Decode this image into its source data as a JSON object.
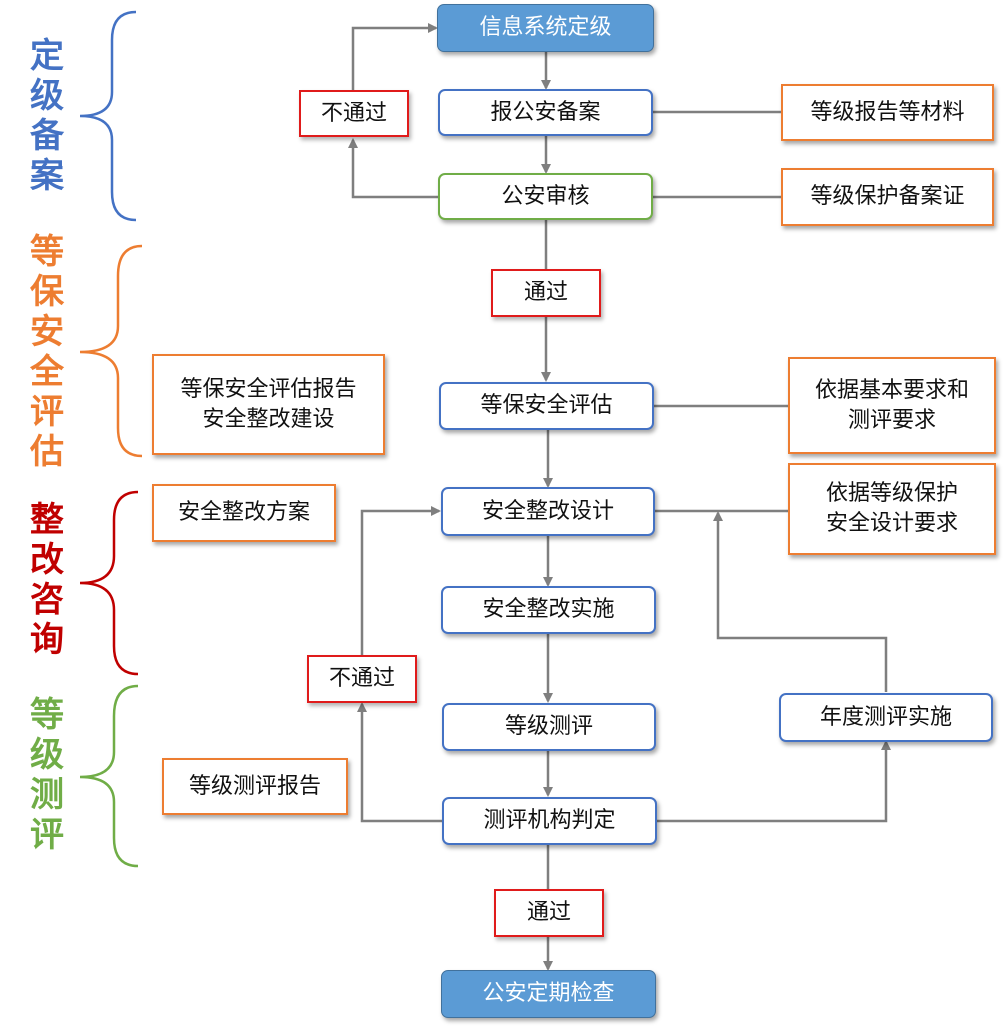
{
  "phases": [
    {
      "label": "定级备案",
      "color": "#4472c4"
    },
    {
      "label": "等保安全评估",
      "color": "#ed7d31"
    },
    {
      "label": "整改咨询",
      "color": "#c00000"
    },
    {
      "label": "等级测评",
      "color": "#70ad47"
    }
  ],
  "flow": {
    "steps": {
      "system_grading": "信息系统定级",
      "report_filing": "报公安备案",
      "police_review": "公安审核",
      "security_assessment": "等保安全评估",
      "remediation_design": "安全整改设计",
      "remediation_implementation": "安全整改实施",
      "grade_evaluation": "等级测评",
      "agency_judgement": "测评机构判定",
      "annual_evaluation": "年度测评实施",
      "periodic_inspection": "公安定期检查"
    },
    "gates": {
      "fail_review": "不通过",
      "pass_review": "通过",
      "fail_evaluation": "不通过",
      "pass_evaluation": "通过"
    },
    "notes": {
      "grading_report": "等级报告等材料",
      "filing_certificate": "等级保护备案证",
      "assessment_output": "等保安全评估报告\n安全整改建设",
      "assessment_basis": "依据基本要求和\n测评要求",
      "remediation_plan": "安全整改方案",
      "design_basis": "依据等级保护\n安全设计要求",
      "evaluation_report": "等级测评报告"
    }
  },
  "colors": {
    "connector": "#7f7f7f",
    "step_border": "#4472c4",
    "note_border": "#ed7d31",
    "gate_border": "#e01b1b",
    "filled_step": "#5b9bd5"
  }
}
